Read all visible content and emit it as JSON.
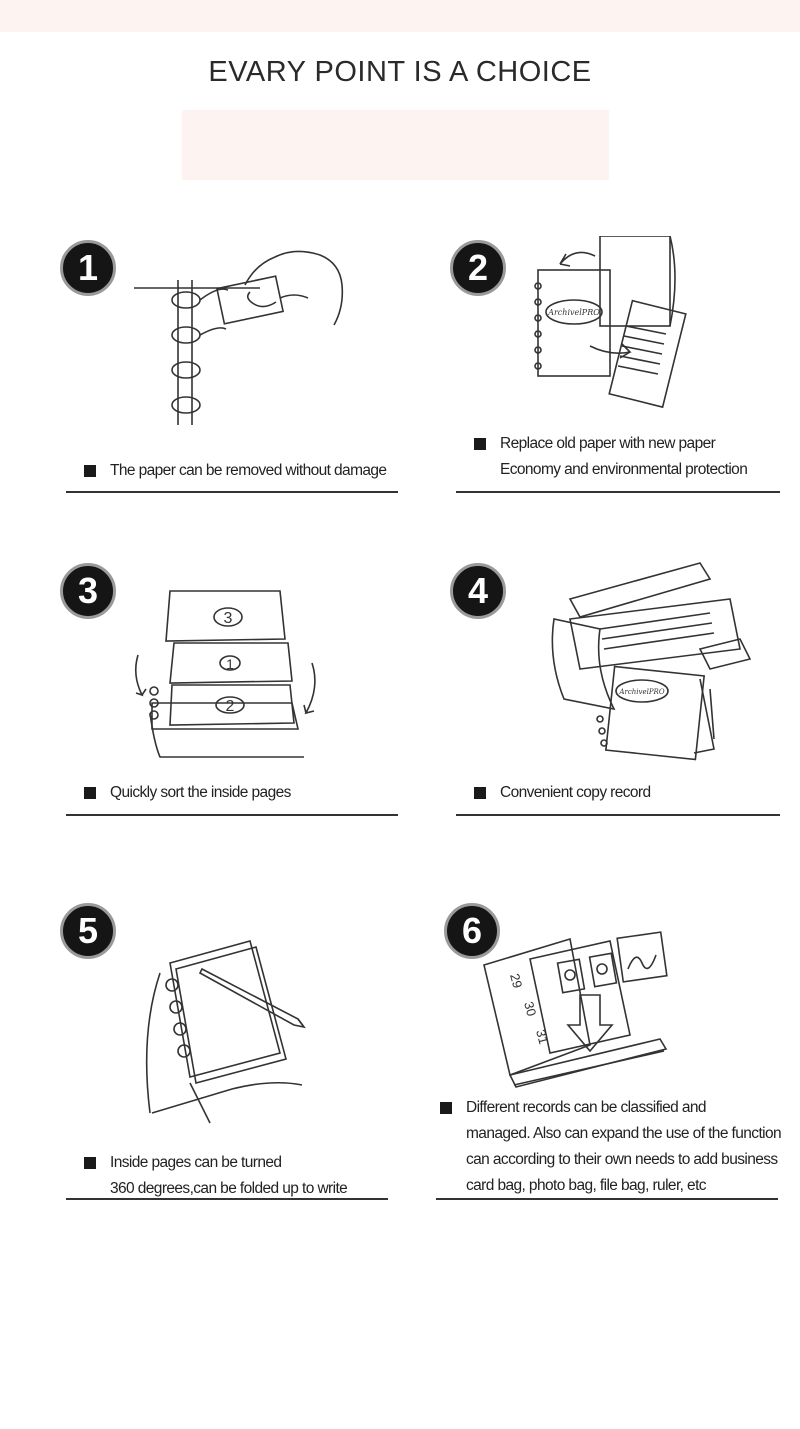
{
  "header": {
    "title": "EVARY POINT IS A CHOICE"
  },
  "panels": [
    {
      "num": "1",
      "lines": [
        "The paper can be removed without damage"
      ]
    },
    {
      "num": "2",
      "lines": [
        "Replace old paper with new paper",
        "Economy and environmental protection"
      ],
      "logo": "ArchivelPRO"
    },
    {
      "num": "3",
      "lines": [
        "Quickly sort the inside pages"
      ],
      "labels": [
        "3",
        "1",
        "2"
      ]
    },
    {
      "num": "4",
      "lines": [
        "Convenient  copy  record"
      ],
      "logo": "ArchivelPRO"
    },
    {
      "num": "5",
      "lines": [
        "Inside pages can be turned",
        "360 degrees,can be folded up to write"
      ]
    },
    {
      "num": "6",
      "lines": [
        "Different records can be classified and",
        "managed. Also can expand the use of the function",
        "can according to their own needs to add business",
        "card bag, photo bag, file bag, ruler, etc"
      ],
      "calendar": [
        "29",
        "30",
        "31"
      ]
    }
  ]
}
